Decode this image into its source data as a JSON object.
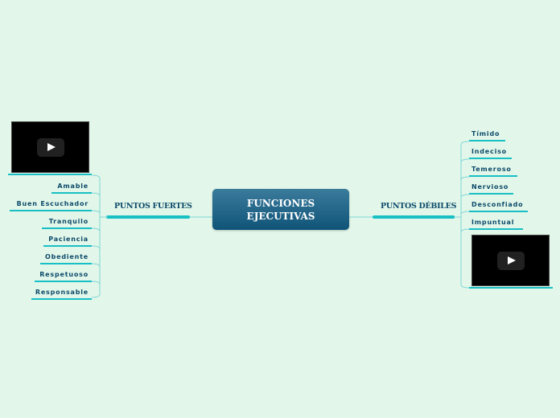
{
  "central": {
    "line1": "FUNCIONES",
    "line2": "EJECUTIVAS"
  },
  "colors": {
    "background": "#e2f7e9",
    "central_top": "#3b7b9c",
    "central_bottom": "#0f5478",
    "accent": "#18bfc4",
    "text": "#0d4a6b"
  },
  "left_branch": {
    "label": "PUNTOS FUERTES",
    "video": {
      "icon": "play-icon"
    },
    "items": [
      "Amable",
      "Buen Escuchador",
      "Tranquilo",
      "Paciencia",
      "Obediente",
      "Respetuoso",
      "Responsable"
    ]
  },
  "right_branch": {
    "label": "PUNTOS DÉBILES",
    "items": [
      "Tímido",
      "Indeciso",
      "Temeroso",
      "Nervioso",
      "Desconfiado",
      "Impuntual"
    ],
    "video": {
      "icon": "play-icon"
    }
  }
}
